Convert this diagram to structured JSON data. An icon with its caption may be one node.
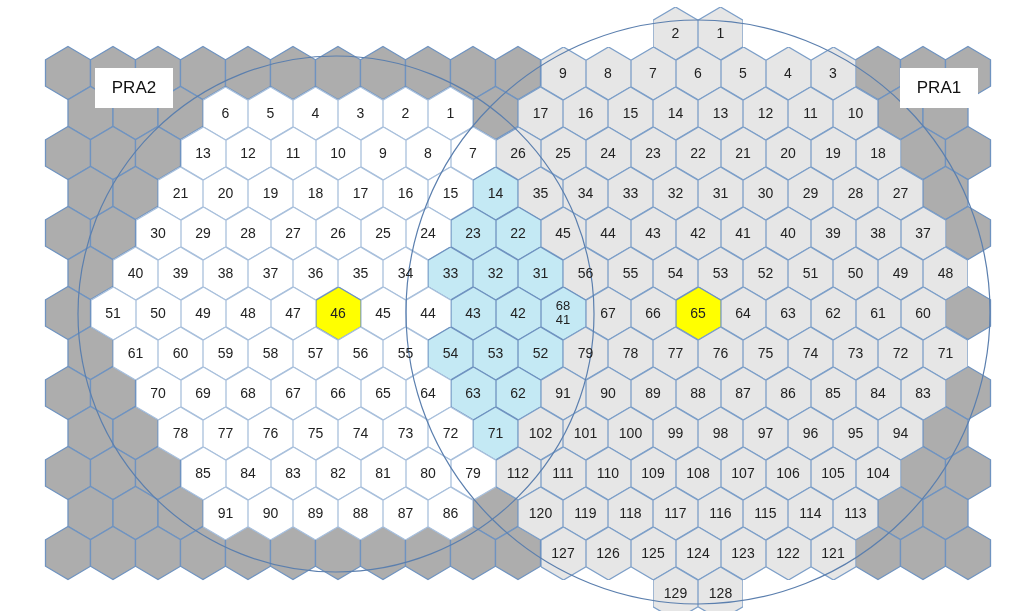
{
  "diagram": {
    "nodes": [
      {
        "text": [
          "PRA2"
        ]
      },
      {
        "text": [
          "PRA1"
        ]
      },
      {
        "text": [
          "2"
        ]
      },
      {
        "text": [
          "1"
        ]
      },
      {
        "text": [
          "9"
        ]
      },
      {
        "text": [
          "8"
        ]
      },
      {
        "text": [
          "7"
        ]
      },
      {
        "text": [
          "6"
        ]
      },
      {
        "text": [
          "5"
        ]
      },
      {
        "text": [
          "4"
        ]
      },
      {
        "text": [
          "3"
        ]
      },
      {
        "text": [
          "6"
        ]
      },
      {
        "text": [
          "5"
        ]
      },
      {
        "text": [
          "4"
        ]
      },
      {
        "text": [
          "3"
        ]
      },
      {
        "text": [
          "2"
        ]
      },
      {
        "text": [
          "1"
        ]
      },
      {
        "text": [
          "17"
        ]
      },
      {
        "text": [
          "16"
        ]
      },
      {
        "text": [
          "15"
        ]
      },
      {
        "text": [
          "14"
        ]
      },
      {
        "text": [
          "13"
        ]
      },
      {
        "text": [
          "12"
        ]
      },
      {
        "text": [
          "11"
        ]
      },
      {
        "text": [
          "10"
        ]
      },
      {
        "text": [
          "13"
        ]
      },
      {
        "text": [
          "12"
        ]
      },
      {
        "text": [
          "11"
        ]
      },
      {
        "text": [
          "10"
        ]
      },
      {
        "text": [
          "9"
        ]
      },
      {
        "text": [
          "8"
        ]
      },
      {
        "text": [
          "7"
        ]
      },
      {
        "text": [
          "26"
        ]
      },
      {
        "text": [
          "25"
        ]
      },
      {
        "text": [
          "24"
        ]
      },
      {
        "text": [
          "23"
        ]
      },
      {
        "text": [
          "22"
        ]
      },
      {
        "text": [
          "21"
        ]
      },
      {
        "text": [
          "20"
        ]
      },
      {
        "text": [
          "19"
        ]
      },
      {
        "text": [
          "18"
        ]
      },
      {
        "text": [
          "21"
        ]
      },
      {
        "text": [
          "20"
        ]
      },
      {
        "text": [
          "19"
        ]
      },
      {
        "text": [
          "18"
        ]
      },
      {
        "text": [
          "17"
        ]
      },
      {
        "text": [
          "16"
        ]
      },
      {
        "text": [
          "15"
        ]
      },
      {
        "text": [
          "14"
        ]
      },
      {
        "text": [
          "35"
        ]
      },
      {
        "text": [
          "34"
        ]
      },
      {
        "text": [
          "33"
        ]
      },
      {
        "text": [
          "32"
        ]
      },
      {
        "text": [
          "31"
        ]
      },
      {
        "text": [
          "30"
        ]
      },
      {
        "text": [
          "29"
        ]
      },
      {
        "text": [
          "28"
        ]
      },
      {
        "text": [
          "27"
        ]
      },
      {
        "text": [
          "30"
        ]
      },
      {
        "text": [
          "29"
        ]
      },
      {
        "text": [
          "28"
        ]
      },
      {
        "text": [
          "27"
        ]
      },
      {
        "text": [
          "26"
        ]
      },
      {
        "text": [
          "25"
        ]
      },
      {
        "text": [
          "24"
        ]
      },
      {
        "text": [
          "23"
        ]
      },
      {
        "text": [
          "22"
        ]
      },
      {
        "text": [
          "45"
        ]
      },
      {
        "text": [
          "44"
        ]
      },
      {
        "text": [
          "43"
        ]
      },
      {
        "text": [
          "42"
        ]
      },
      {
        "text": [
          "41"
        ]
      },
      {
        "text": [
          "40"
        ]
      },
      {
        "text": [
          "39"
        ]
      },
      {
        "text": [
          "38"
        ]
      },
      {
        "text": [
          "37"
        ]
      },
      {
        "text": [
          "40"
        ]
      },
      {
        "text": [
          "39"
        ]
      },
      {
        "text": [
          "38"
        ]
      },
      {
        "text": [
          "37"
        ]
      },
      {
        "text": [
          "36"
        ]
      },
      {
        "text": [
          "35"
        ]
      },
      {
        "text": [
          "34"
        ]
      },
      {
        "text": [
          "33"
        ]
      },
      {
        "text": [
          "32"
        ]
      },
      {
        "text": [
          "31"
        ]
      },
      {
        "text": [
          "56"
        ]
      },
      {
        "text": [
          "55"
        ]
      },
      {
        "text": [
          "54"
        ]
      },
      {
        "text": [
          "53"
        ]
      },
      {
        "text": [
          "52"
        ]
      },
      {
        "text": [
          "51"
        ]
      },
      {
        "text": [
          "50"
        ]
      },
      {
        "text": [
          "49"
        ]
      },
      {
        "text": [
          "48"
        ]
      },
      {
        "text": [
          "51"
        ]
      },
      {
        "text": [
          "50"
        ]
      },
      {
        "text": [
          "49"
        ]
      },
      {
        "text": [
          "48"
        ]
      },
      {
        "text": [
          "47"
        ]
      },
      {
        "text": [
          "46"
        ]
      },
      {
        "text": [
          "45"
        ]
      },
      {
        "text": [
          "44"
        ]
      },
      {
        "text": [
          "43"
        ]
      },
      {
        "text": [
          "42"
        ]
      },
      {
        "text": [
          "68",
          "41"
        ]
      },
      {
        "text": [
          "67"
        ]
      },
      {
        "text": [
          "66"
        ]
      },
      {
        "text": [
          "65"
        ]
      },
      {
        "text": [
          "64"
        ]
      },
      {
        "text": [
          "63"
        ]
      },
      {
        "text": [
          "62"
        ]
      },
      {
        "text": [
          "61"
        ]
      },
      {
        "text": [
          "60"
        ]
      },
      {
        "text": [
          "61"
        ]
      },
      {
        "text": [
          "60"
        ]
      },
      {
        "text": [
          "59"
        ]
      },
      {
        "text": [
          "58"
        ]
      },
      {
        "text": [
          "57"
        ]
      },
      {
        "text": [
          "56"
        ]
      },
      {
        "text": [
          "55"
        ]
      },
      {
        "text": [
          "54"
        ]
      },
      {
        "text": [
          "53"
        ]
      },
      {
        "text": [
          "52"
        ]
      },
      {
        "text": [
          "79"
        ]
      },
      {
        "text": [
          "78"
        ]
      },
      {
        "text": [
          "77"
        ]
      },
      {
        "text": [
          "76"
        ]
      },
      {
        "text": [
          "75"
        ]
      },
      {
        "text": [
          "74"
        ]
      },
      {
        "text": [
          "73"
        ]
      },
      {
        "text": [
          "72"
        ]
      },
      {
        "text": [
          "71"
        ]
      },
      {
        "text": [
          "70"
        ]
      },
      {
        "text": [
          "69"
        ]
      },
      {
        "text": [
          "68"
        ]
      },
      {
        "text": [
          "67"
        ]
      },
      {
        "text": [
          "66"
        ]
      },
      {
        "text": [
          "65"
        ]
      },
      {
        "text": [
          "64"
        ]
      },
      {
        "text": [
          "63"
        ]
      },
      {
        "text": [
          "62"
        ]
      },
      {
        "text": [
          "91"
        ]
      },
      {
        "text": [
          "90"
        ]
      },
      {
        "text": [
          "89"
        ]
      },
      {
        "text": [
          "88"
        ]
      },
      {
        "text": [
          "87"
        ]
      },
      {
        "text": [
          "86"
        ]
      },
      {
        "text": [
          "85"
        ]
      },
      {
        "text": [
          "84"
        ]
      },
      {
        "text": [
          "83"
        ]
      },
      {
        "text": [
          "78"
        ]
      },
      {
        "text": [
          "77"
        ]
      },
      {
        "text": [
          "76"
        ]
      },
      {
        "text": [
          "75"
        ]
      },
      {
        "text": [
          "74"
        ]
      },
      {
        "text": [
          "73"
        ]
      },
      {
        "text": [
          "72"
        ]
      },
      {
        "text": [
          "71"
        ]
      },
      {
        "text": [
          "102"
        ]
      },
      {
        "text": [
          "101"
        ]
      },
      {
        "text": [
          "100"
        ]
      },
      {
        "text": [
          "99"
        ]
      },
      {
        "text": [
          "98"
        ]
      },
      {
        "text": [
          "97"
        ]
      },
      {
        "text": [
          "96"
        ]
      },
      {
        "text": [
          "95"
        ]
      },
      {
        "text": [
          "94"
        ]
      },
      {
        "text": [
          "85"
        ]
      },
      {
        "text": [
          "84"
        ]
      },
      {
        "text": [
          "83"
        ]
      },
      {
        "text": [
          "82"
        ]
      },
      {
        "text": [
          "81"
        ]
      },
      {
        "text": [
          "80"
        ]
      },
      {
        "text": [
          "79"
        ]
      },
      {
        "text": [
          "112"
        ]
      },
      {
        "text": [
          "111"
        ]
      },
      {
        "text": [
          "110"
        ]
      },
      {
        "text": [
          "109"
        ]
      },
      {
        "text": [
          "108"
        ]
      },
      {
        "text": [
          "107"
        ]
      },
      {
        "text": [
          "106"
        ]
      },
      {
        "text": [
          "105"
        ]
      },
      {
        "text": [
          "104"
        ]
      },
      {
        "text": [
          "91"
        ]
      },
      {
        "text": [
          "90"
        ]
      },
      {
        "text": [
          "89"
        ]
      },
      {
        "text": [
          "88"
        ]
      },
      {
        "text": [
          "87"
        ]
      },
      {
        "text": [
          "86"
        ]
      },
      {
        "text": [
          "120"
        ]
      },
      {
        "text": [
          "119"
        ]
      },
      {
        "text": [
          "118"
        ]
      },
      {
        "text": [
          "117"
        ]
      },
      {
        "text": [
          "116"
        ]
      },
      {
        "text": [
          "115"
        ]
      },
      {
        "text": [
          "114"
        ]
      },
      {
        "text": [
          "113"
        ]
      },
      {
        "text": [
          "127"
        ]
      },
      {
        "text": [
          "126"
        ]
      },
      {
        "text": [
          "125"
        ]
      },
      {
        "text": [
          "124"
        ]
      },
      {
        "text": [
          "123"
        ]
      },
      {
        "text": [
          "122"
        ]
      },
      {
        "text": [
          "121"
        ]
      },
      {
        "text": [
          "129"
        ]
      },
      {
        "text": [
          "128"
        ]
      }
    ]
  }
}
